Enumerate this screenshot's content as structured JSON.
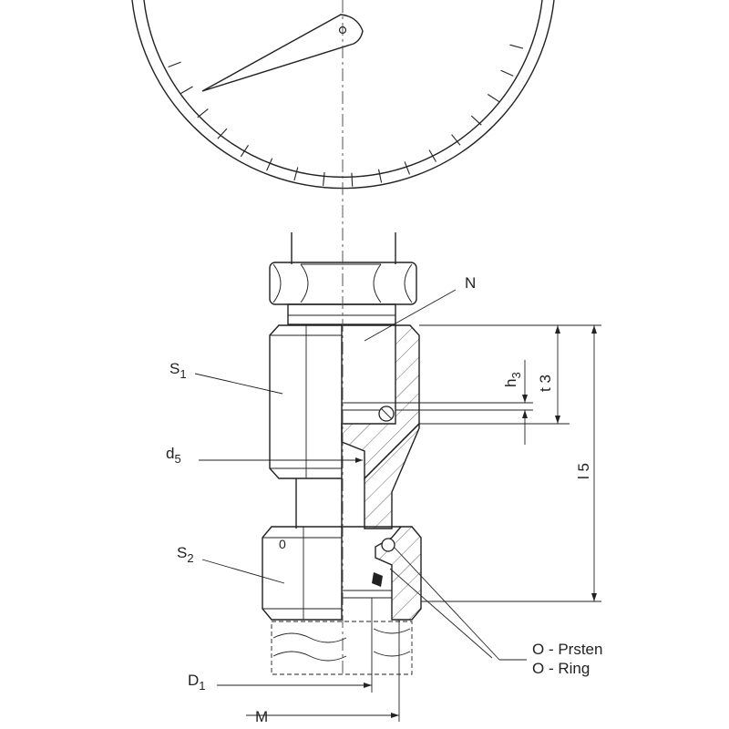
{
  "labels": {
    "n": "N",
    "s1_main": "S",
    "s1_sub": "1",
    "d5_main": "d",
    "d5_sub": "5",
    "s2_main": "S",
    "s2_sub": "2",
    "zero_mark": "0",
    "h3_main": "h",
    "h3_sub": "3",
    "t3": "t 3",
    "l5": "l 5",
    "oring_primary": "O - Prsten",
    "oring_secondary": "O - Ring",
    "d1_main": "D",
    "d1_sub": "1",
    "m": "M"
  }
}
